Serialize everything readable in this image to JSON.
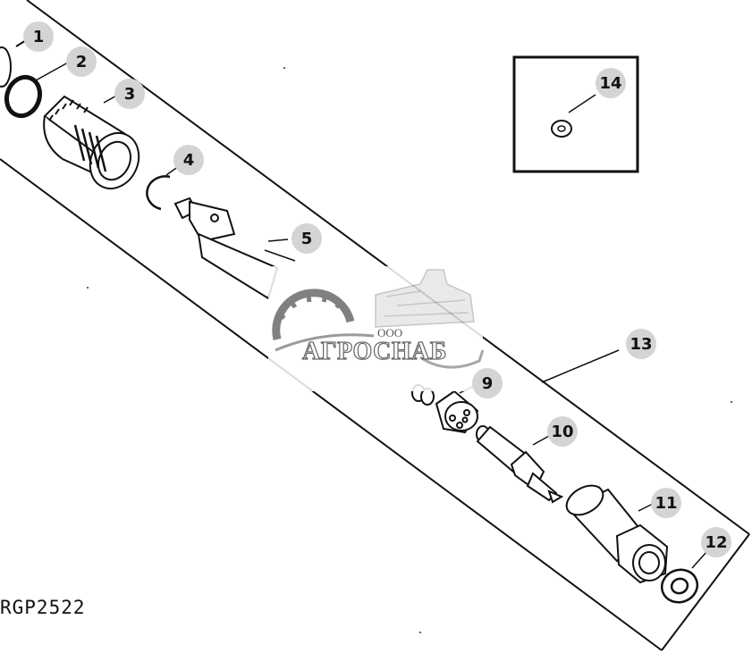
{
  "diagram": {
    "figure_id": "RGP2522",
    "callouts": [
      {
        "number": "1",
        "part": "o-ring / seal (partially visible)"
      },
      {
        "number": "2",
        "part": "o-ring"
      },
      {
        "number": "3",
        "part": "nozzle nut (knurled)"
      },
      {
        "number": "4",
        "part": "retaining ring"
      },
      {
        "number": "5",
        "part": "nozzle holder body"
      },
      {
        "number": "9",
        "part": "intermediate plate"
      },
      {
        "number": "10",
        "part": "nozzle needle / valve"
      },
      {
        "number": "11",
        "part": "nozzle retaining nut"
      },
      {
        "number": "12",
        "part": "seal washer"
      },
      {
        "number": "13",
        "part": "injection nozzle assembly"
      },
      {
        "number": "14",
        "part": "seal washer (inset)"
      }
    ],
    "inset_label": "14"
  },
  "watermark": {
    "prefix": "ООО",
    "name": "АГРОСНАБ"
  },
  "colors": {
    "line": "#111111",
    "callout_fill": "#d4d4d4",
    "background": "#ffffff"
  }
}
